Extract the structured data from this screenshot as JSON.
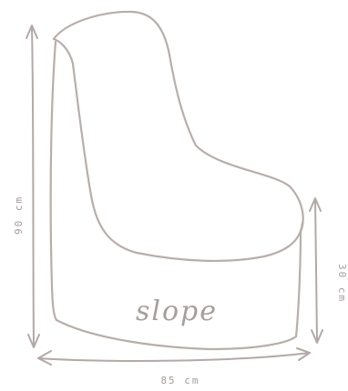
{
  "product": {
    "name": "slope"
  },
  "dimensions": {
    "height_total": "90 cm",
    "seat_height": "30 cm",
    "width": "85 cm"
  },
  "colors": {
    "outline": "#b8aeaa",
    "dimension_lines": "#b3a9a6",
    "text": "#a59c99",
    "background": "#ffffff"
  }
}
